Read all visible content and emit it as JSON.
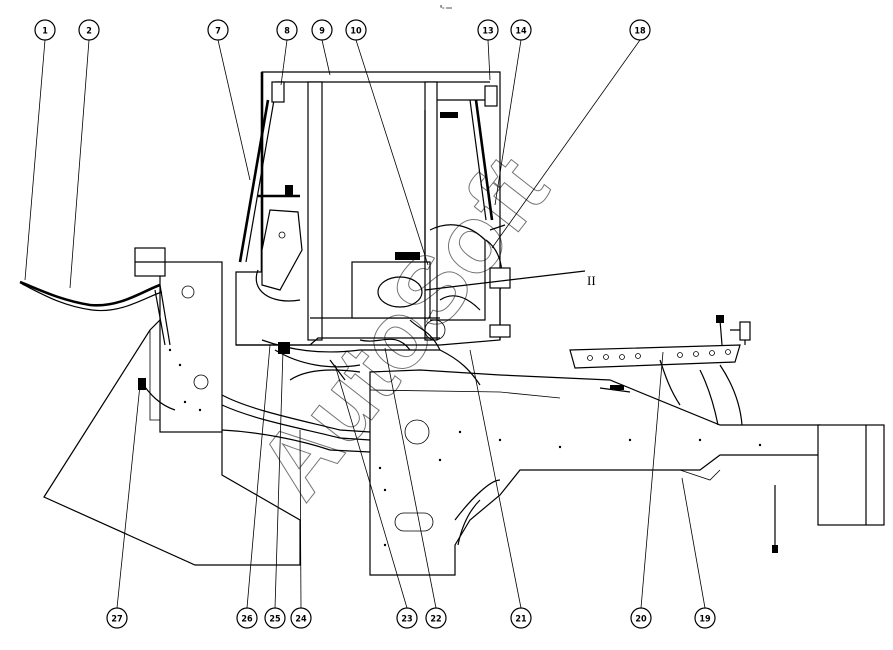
{
  "header_mark": "º₀ ₀₀₀",
  "section_label": "II",
  "watermark": "AutoSoft",
  "callouts": {
    "c1": "1",
    "c2": "2",
    "c7": "7",
    "c8": "8",
    "c9": "9",
    "c10": "10",
    "c13": "13",
    "c14": "14",
    "c18": "18",
    "c27": "27",
    "c26": "26",
    "c25": "25",
    "c24": "24",
    "c23": "23",
    "c22": "22",
    "c21": "21",
    "c20": "20",
    "c19": "19"
  }
}
